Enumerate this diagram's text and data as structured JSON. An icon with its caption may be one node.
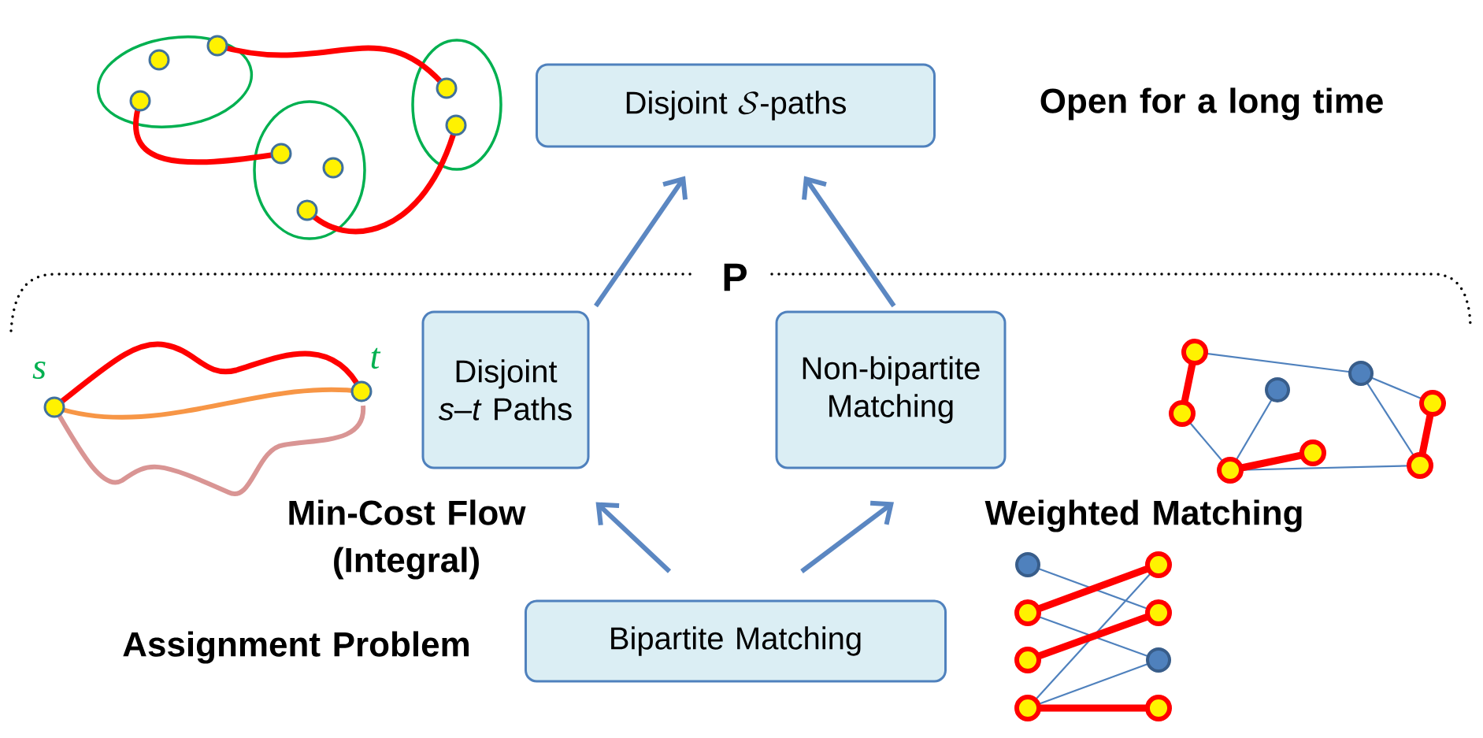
{
  "diagram": {
    "nodes": [
      {
        "text": [
          "\\text{Disjoint }\\mathcal{S}\\text{-paths}"
        ],
        "beside": [
          "Open for a long time"
        ]
      },
      {
        "text": [
          "Disjoint *s*–*t* Paths"
        ],
        "beside": [
          "Min-Cost Flow (Integral)"
        ]
      },
      {
        "text": [
          "Non-bipartite Matching"
        ],
        "beside": [
          "Weighted Matching"
        ]
      },
      {
        "text": [
          "Bipartite Matching"
        ],
        "beside": [
          "Assignment Problem"
        ]
      }
    ],
    "edges": [
      {
        "from": 1,
        "to": 0,
        "arrow": "to"
      },
      {
        "from": 2,
        "to": 0,
        "arrow": "to"
      },
      {
        "from": 3,
        "to": 1,
        "arrow": "to"
      },
      {
        "from": 3,
        "to": 2,
        "arrow": "to"
      }
    ],
    "labels": [
      "P",
      "s",
      "t"
    ]
  }
}
